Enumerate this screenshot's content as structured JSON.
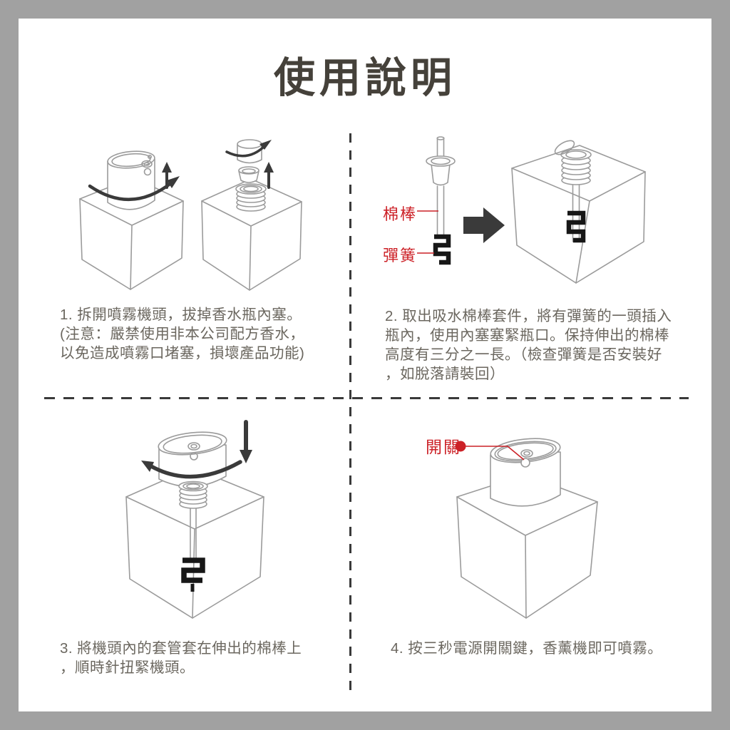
{
  "title": "使用說明",
  "annotations": {
    "cotton_swab": "棉棒",
    "spring": "彈簧",
    "power_switch": "開關"
  },
  "steps": [
    {
      "lines": [
        "1. 拆開噴霧機頭，拔掉香水瓶內塞。",
        "(注意：嚴禁使用非本公司配方香水，",
        "以免造成噴霧口堵塞，損壞產品功能)"
      ]
    },
    {
      "lines": [
        "2. 取出吸水棉棒套件，將有彈簧的一頭插入",
        "瓶內，使用內塞塞緊瓶口。保持伸出的棉棒",
        "高度有三分之一長。（檢查彈簧是否安裝好",
        "，如脫落請裝回）"
      ]
    },
    {
      "lines": [
        "3. 將機頭內的套管套在伸出的棉棒上",
        "，順時針扭緊機頭。"
      ]
    },
    {
      "lines": [
        "4. 按三秒電源開關鍵，香薰機即可噴霧。"
      ]
    }
  ],
  "colors": {
    "frame_gray": "#a1a1a1",
    "title_color": "#45413a",
    "body_text": "#6b675f",
    "accent_red": "#cc2127"
  }
}
